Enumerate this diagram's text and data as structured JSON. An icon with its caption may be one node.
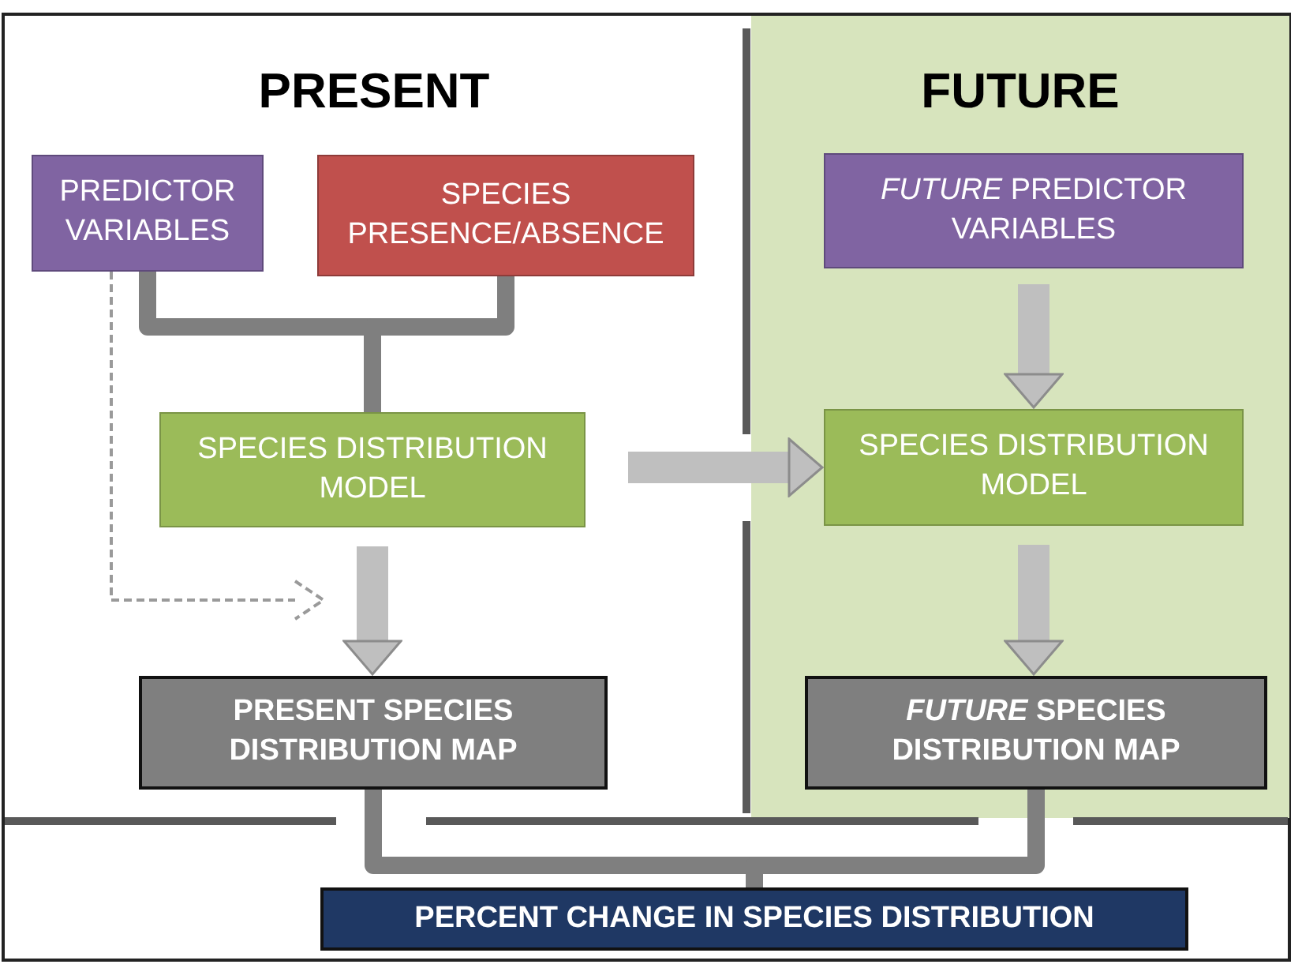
{
  "diagram": {
    "nodes": [
      {
        "text": [
          "PRESENT"
        ]
      },
      {
        "text": [
          "PREDICTOR VARIABLES"
        ],
        "in": 0
      },
      {
        "text": [
          "SPECIES PRESENCE/ABSENCE"
        ],
        "in": 0
      },
      {
        "text": [
          "SPECIES DISTRIBUTION MODEL"
        ],
        "in": 0
      },
      {
        "text": [
          "PRESENT SPECIES DISTRIBUTION MAP"
        ],
        "in": 0
      },
      {
        "text": [
          "FUTURE"
        ]
      },
      {
        "text": [
          "*FUTURE* PREDICTOR VARIABLES"
        ],
        "in": 5
      },
      {
        "text": [
          "SPECIES DISTRIBUTION MODEL"
        ],
        "in": 5
      },
      {
        "text": [
          "*FUTURE* SPECIES DISTRIBUTION MAP"
        ],
        "in": 5
      },
      {
        "text": [
          "PERCENT CHANGE IN SPECIES DISTRIBUTION"
        ]
      }
    ],
    "edges": [
      {
        "from": 1,
        "to": 3,
        "arrow": "none",
        "color": "#7f7f7f"
      },
      {
        "from": 2,
        "to": 3,
        "arrow": "none",
        "color": "#7f7f7f"
      },
      {
        "from": 1,
        "to": null,
        "arrow": "to",
        "style": "dashed"
      },
      {
        "from": 3,
        "to": 4,
        "arrow": "to",
        "style": "thick"
      },
      {
        "from": 3,
        "to": 7,
        "arrow": "to",
        "style": "thick"
      },
      {
        "from": 6,
        "to": 7,
        "arrow": "to",
        "style": "thick"
      },
      {
        "from": 7,
        "to": 8,
        "arrow": "to",
        "style": "thick"
      },
      {
        "from": 4,
        "to": 9,
        "arrow": "none",
        "color": "#7f7f7f"
      },
      {
        "from": 8,
        "to": 9,
        "arrow": "none",
        "color": "#7f7f7f"
      }
    ]
  }
}
